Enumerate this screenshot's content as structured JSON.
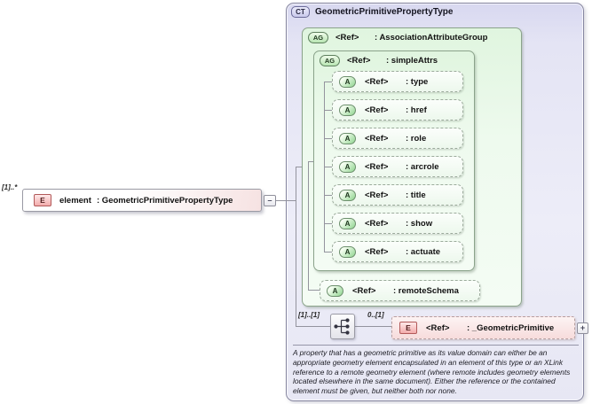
{
  "icons": {
    "complex_type": "CT",
    "attribute_group": "AG",
    "attribute": "A",
    "element": "E"
  },
  "root_element": {
    "cardinality": "[1]..*",
    "name": "element",
    "type": ": GeometricPrimitivePropertyType",
    "collapse_glyph": "–"
  },
  "complex_type": {
    "title": "GeometricPrimitivePropertyType"
  },
  "association_attribute_group": {
    "name": "<Ref>",
    "type": ": AssociationAttributeGroup"
  },
  "simple_attrs_group": {
    "name": "<Ref>",
    "type": ": simpleAttrs"
  },
  "attributes": [
    {
      "name": "<Ref>",
      "type": ": type"
    },
    {
      "name": "<Ref>",
      "type": ": href"
    },
    {
      "name": "<Ref>",
      "type": ": role"
    },
    {
      "name": "<Ref>",
      "type": ": arcrole"
    },
    {
      "name": "<Ref>",
      "type": ": title"
    },
    {
      "name": "<Ref>",
      "type": ": show"
    },
    {
      "name": "<Ref>",
      "type": ": actuate"
    }
  ],
  "remote_schema_attribute": {
    "name": "<Ref>",
    "type": ": remoteSchema"
  },
  "sequence": {
    "cardinality": "[1]..[1]",
    "child_cardinality": "0..[1]"
  },
  "child_element": {
    "name": "<Ref>",
    "type": ": _GeometricPrimitive",
    "expand_glyph": "+"
  },
  "annotation": "A property that has a geometric primitive as its value domain can either be an appropriate geometry element encapsulated in an element of this type or an XLink reference to a remote geometry element (where remote includes geometry elements located elsewhere in the same document). Either the reference or the contained element must be given, but neither both nor none.",
  "colors": {
    "complex_type_fill": "#ededf8",
    "group_fill": "#e8f8e8",
    "element_fill": "#f6e2e2",
    "line": "#94949e"
  }
}
